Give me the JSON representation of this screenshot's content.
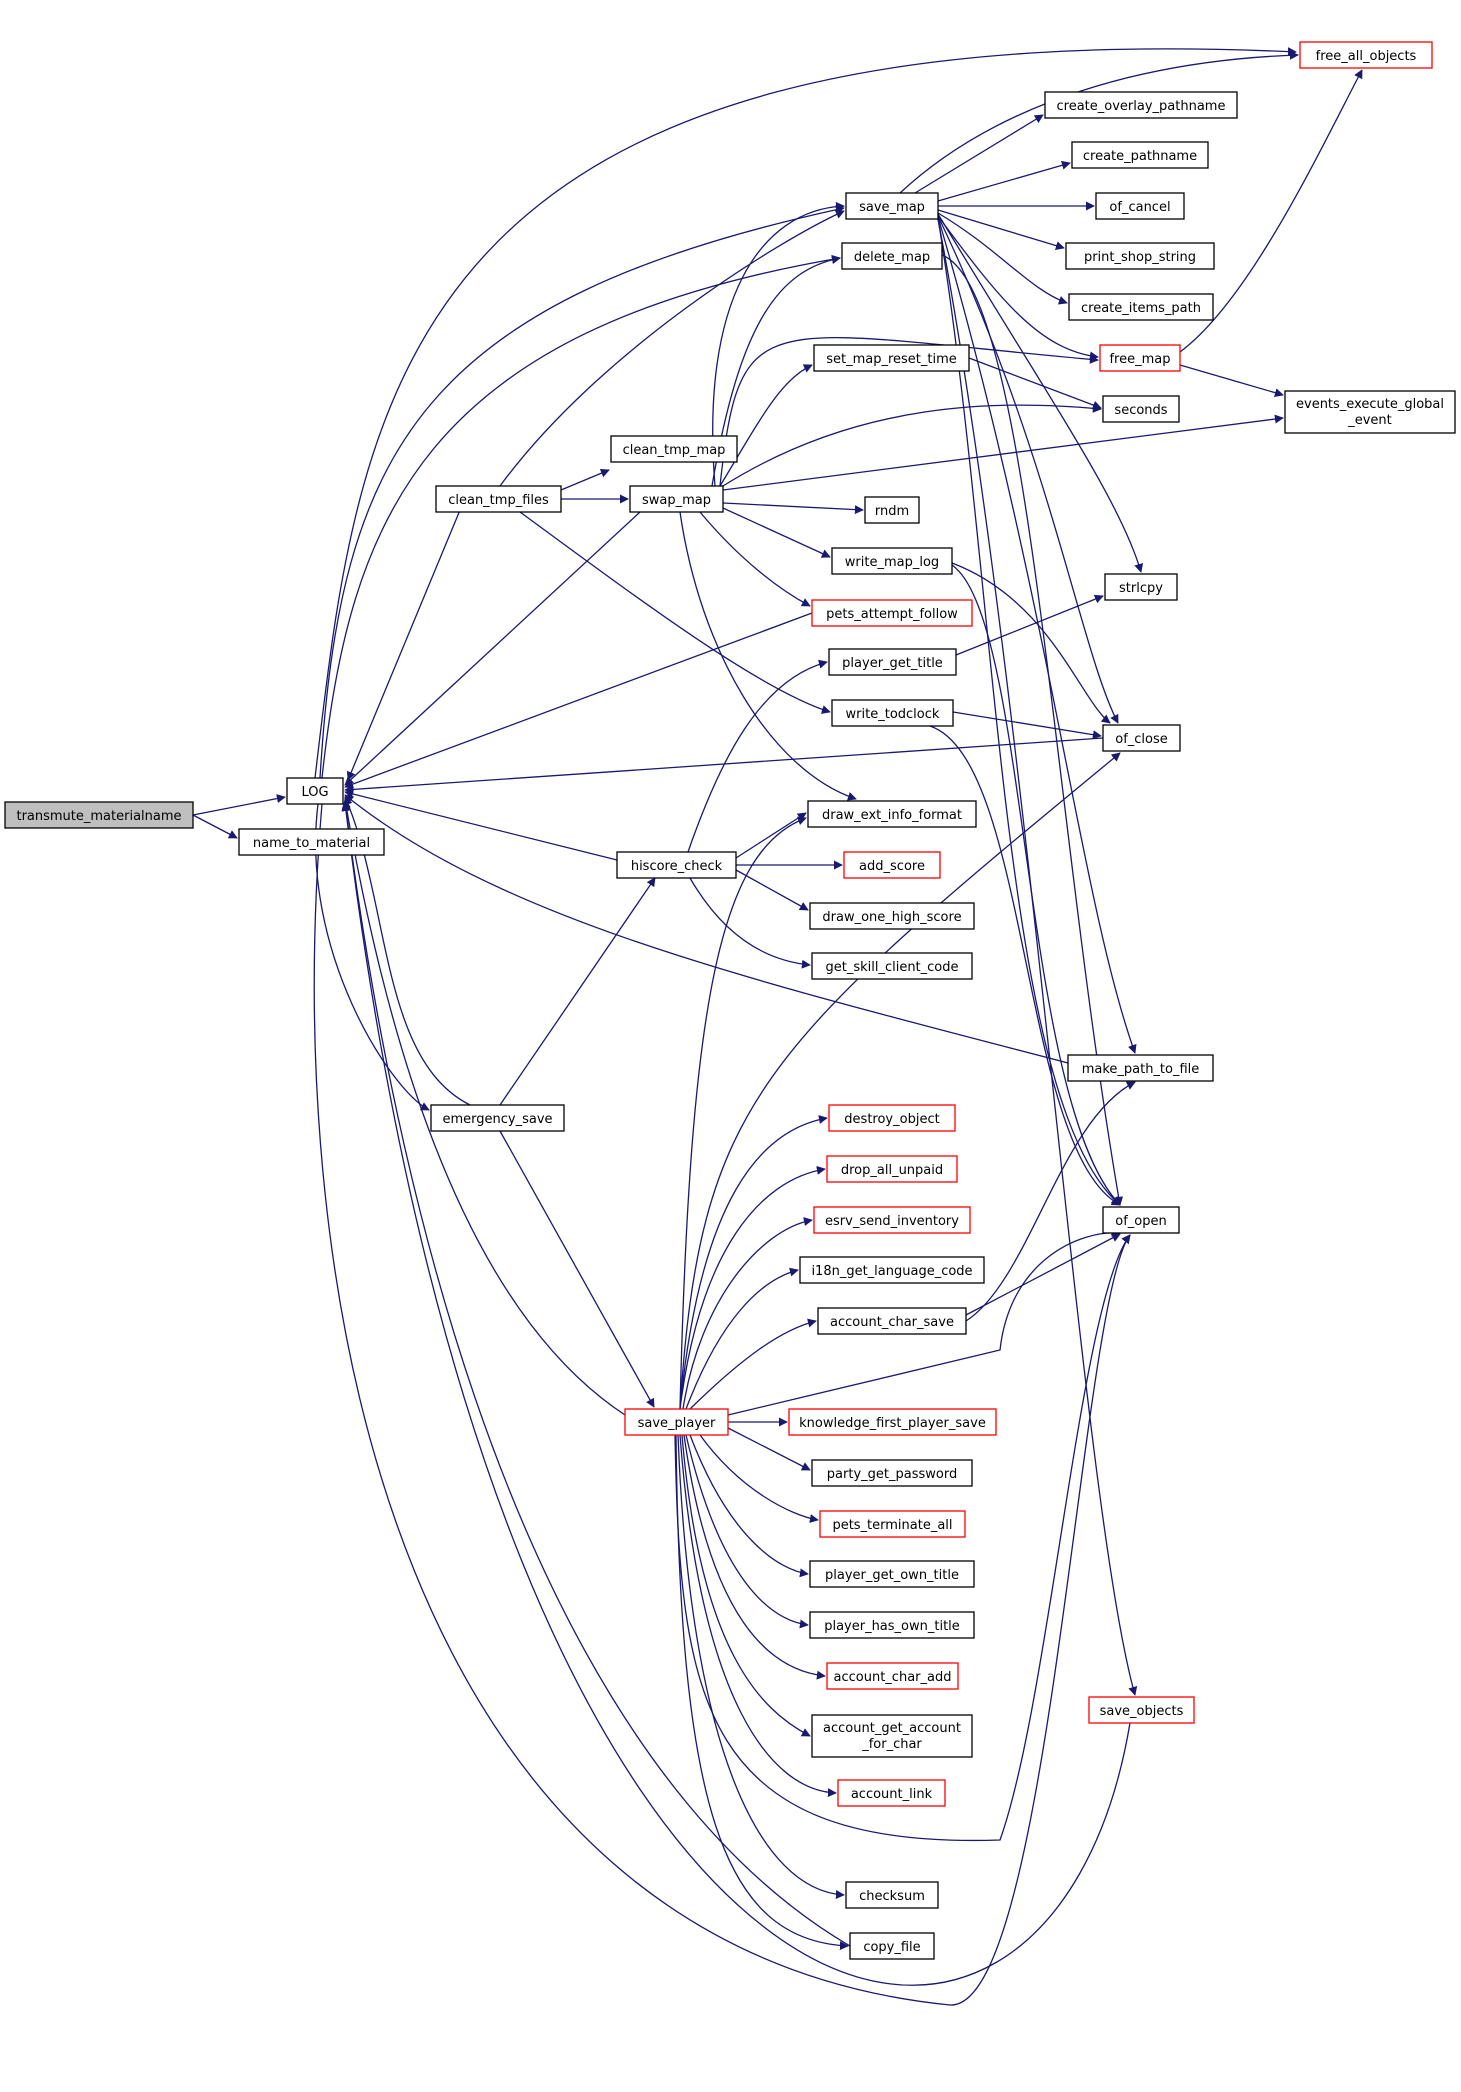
{
  "edge_color": "#191970",
  "border_red": "#ff0000",
  "root_fill": "#bfbfbf",
  "nodes": {
    "transmute_materialname": {
      "label": "transmute_materialname",
      "root": true
    },
    "LOG": {
      "label": "LOG"
    },
    "name_to_material": {
      "label": "name_to_material"
    },
    "free_all_objects": {
      "label": "free_all_objects",
      "red": true
    },
    "create_overlay_pathname": {
      "label": "create_overlay_pathname"
    },
    "create_pathname": {
      "label": "create_pathname"
    },
    "save_map": {
      "label": "save_map"
    },
    "of_cancel": {
      "label": "of_cancel"
    },
    "delete_map": {
      "label": "delete_map"
    },
    "print_shop_string": {
      "label": "print_shop_string"
    },
    "create_items_path": {
      "label": "create_items_path"
    },
    "free_map": {
      "label": "free_map",
      "red": true
    },
    "set_map_reset_time": {
      "label": "set_map_reset_time"
    },
    "events_execute_global_event": {
      "label": "events_execute_global_event",
      "lines": [
        "events_execute_global",
        "_event"
      ]
    },
    "seconds": {
      "label": "seconds"
    },
    "clean_tmp_map": {
      "label": "clean_tmp_map"
    },
    "clean_tmp_files": {
      "label": "clean_tmp_files"
    },
    "swap_map": {
      "label": "swap_map"
    },
    "rndm": {
      "label": "rndm"
    },
    "write_map_log": {
      "label": "write_map_log"
    },
    "strlcpy": {
      "label": "strlcpy"
    },
    "pets_attempt_follow": {
      "label": "pets_attempt_follow",
      "red": true
    },
    "player_get_title": {
      "label": "player_get_title"
    },
    "write_todclock": {
      "label": "write_todclock"
    },
    "of_close": {
      "label": "of_close"
    },
    "draw_ext_info_format": {
      "label": "draw_ext_info_format"
    },
    "hiscore_check": {
      "label": "hiscore_check"
    },
    "add_score": {
      "label": "add_score",
      "red": true
    },
    "draw_one_high_score": {
      "label": "draw_one_high_score"
    },
    "get_skill_client_code": {
      "label": "get_skill_client_code"
    },
    "make_path_to_file": {
      "label": "make_path_to_file"
    },
    "emergency_save": {
      "label": "emergency_save"
    },
    "destroy_object": {
      "label": "destroy_object",
      "red": true
    },
    "drop_all_unpaid": {
      "label": "drop_all_unpaid",
      "red": true
    },
    "esrv_send_inventory": {
      "label": "esrv_send_inventory",
      "red": true
    },
    "of_open": {
      "label": "of_open"
    },
    "i18n_get_language_code": {
      "label": "i18n_get_language_code"
    },
    "account_char_save": {
      "label": "account_char_save"
    },
    "save_player": {
      "label": "save_player",
      "red": true
    },
    "knowledge_first_player_save": {
      "label": "knowledge_first_player_save",
      "red": true
    },
    "party_get_password": {
      "label": "party_get_password"
    },
    "pets_terminate_all": {
      "label": "pets_terminate_all",
      "red": true
    },
    "player_get_own_title": {
      "label": "player_get_own_title"
    },
    "player_has_own_title": {
      "label": "player_has_own_title"
    },
    "account_char_add": {
      "label": "account_char_add",
      "red": true
    },
    "save_objects": {
      "label": "save_objects",
      "red": true
    },
    "account_get_account_for_char": {
      "label": "account_get_account_for_char",
      "lines": [
        "account_get_account",
        "_for_char"
      ]
    },
    "account_link": {
      "label": "account_link",
      "red": true
    },
    "checksum": {
      "label": "checksum"
    },
    "copy_file": {
      "label": "copy_file"
    }
  }
}
